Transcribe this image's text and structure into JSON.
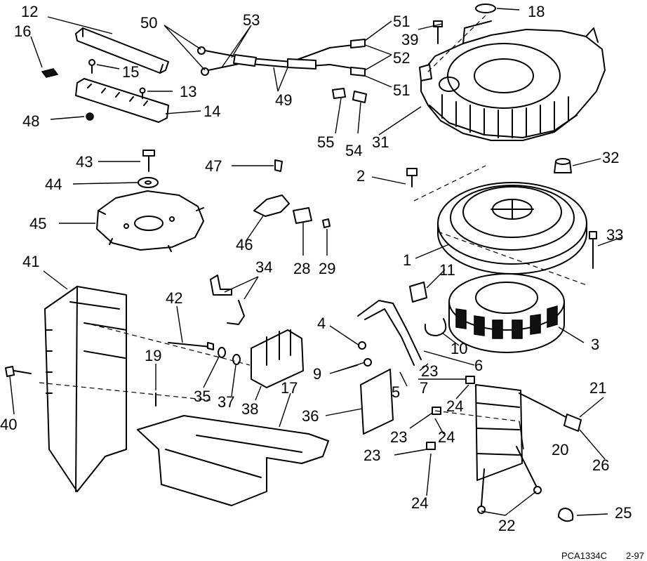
{
  "callouts": {
    "c1": "1",
    "c2": "2",
    "c3": "3",
    "c4": "4",
    "c5": "5",
    "c6": "6",
    "c7": "7",
    "c9": "9",
    "c10": "10",
    "c11": "11",
    "c12": "12",
    "c13": "13",
    "c14": "14",
    "c15": "15",
    "c16": "16",
    "c17": "17",
    "c18": "18",
    "c19": "19",
    "c20": "20",
    "c21": "21",
    "c22": "22",
    "c23": "23",
    "c24": "24",
    "c25": "25",
    "c26": "26",
    "c28": "28",
    "c29": "29",
    "c31": "31",
    "c32": "32",
    "c33": "33",
    "c34": "34",
    "c35": "35",
    "c36": "36",
    "c37": "37",
    "c38": "38",
    "c39": "39",
    "c40": "40",
    "c41": "41",
    "c42": "42",
    "c43": "43",
    "c44": "44",
    "c45": "45",
    "c46": "46",
    "c47": "47",
    "c48": "48",
    "c49": "49",
    "c50": "50",
    "c51": "51",
    "c52": "52",
    "c53": "53",
    "c54": "54",
    "c55": "55"
  },
  "footer": {
    "code": "PCA1334C",
    "date": "2-97"
  }
}
